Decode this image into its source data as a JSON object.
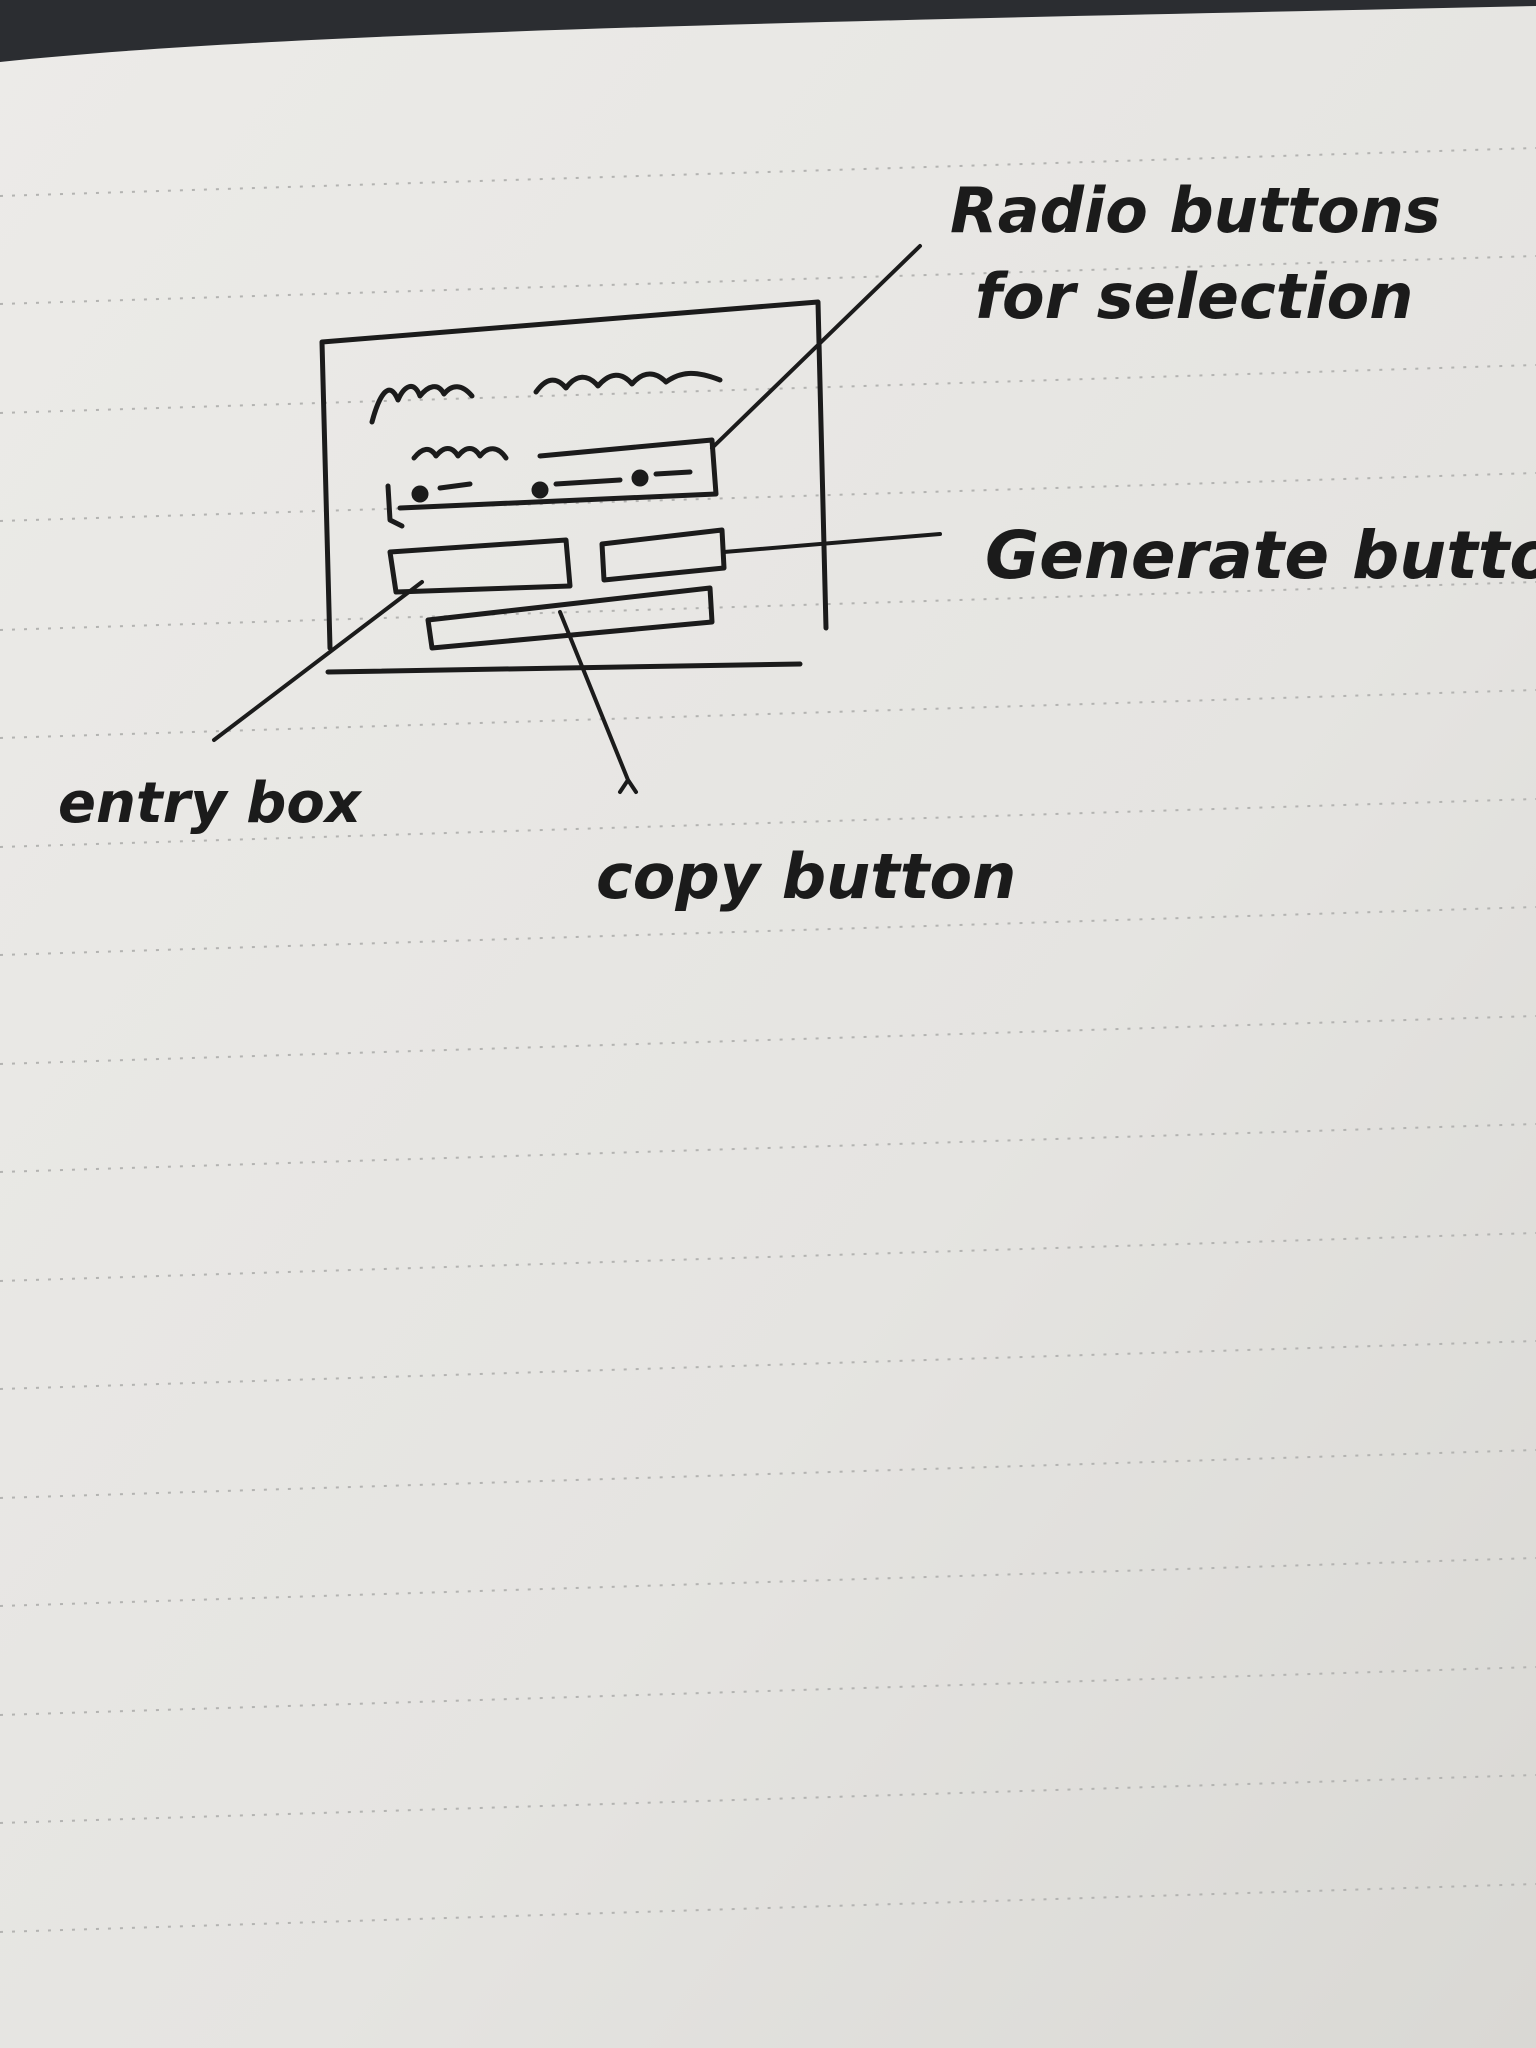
{
  "sketch": {
    "annotations": {
      "radio_line1": "Radio buttons",
      "radio_line2": "for selection",
      "generate": "Generate button",
      "entry": "entry box",
      "copy": "copy button"
    }
  },
  "colors": {
    "paper": "#e9e8e5",
    "ink": "#1b1b1b",
    "rule": "#b6b6b4",
    "background": "#2a2c30"
  }
}
